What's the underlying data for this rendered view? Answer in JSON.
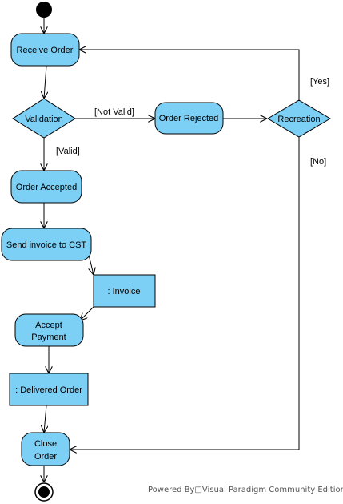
{
  "diagram": {
    "nodes": {
      "receive_order": "Receive Order",
      "validation": "Validation",
      "order_rejected": "Order Rejected",
      "recreation": "Recreation",
      "order_accepted": "Order Accepted",
      "send_invoice": "Send invoice to CST",
      "invoice": ": Invoice",
      "accept_payment_1": "Accept",
      "accept_payment_2": "Payment",
      "delivered_order": ": Delivered Order",
      "close_order_1": "Close",
      "close_order_2": "Order"
    },
    "guards": {
      "not_valid": "[Not Valid]",
      "valid": "[Valid]",
      "yes": "[Yes]",
      "no": "[No]"
    }
  },
  "footer": {
    "text": "Powered By□Visual Paradigm Community Edition"
  },
  "colors": {
    "node_fill": "#7ccff5",
    "stroke": "#000000"
  }
}
